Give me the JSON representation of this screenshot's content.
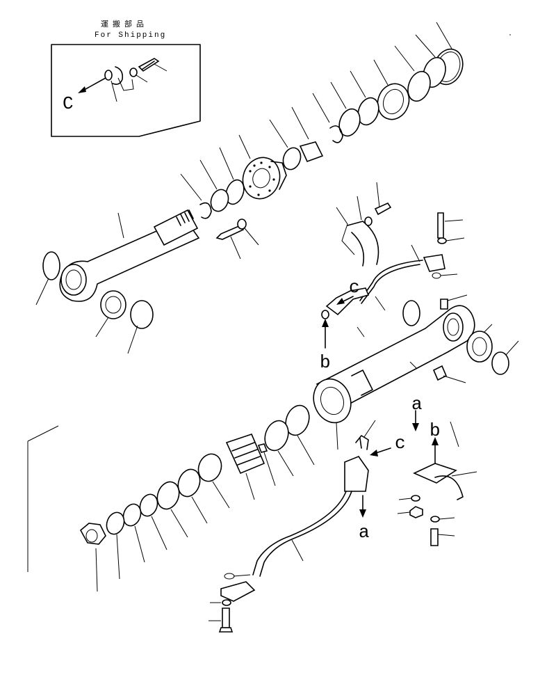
{
  "header": {
    "title_jp": "運搬部品",
    "title_en": "For Shipping"
  },
  "callouts": {
    "c_box": "C",
    "c_rod_head": "c",
    "b_head": "b",
    "c_pipe": "c",
    "a_pipe": "a",
    "a_bracket": "a",
    "b_bracket": "b"
  }
}
